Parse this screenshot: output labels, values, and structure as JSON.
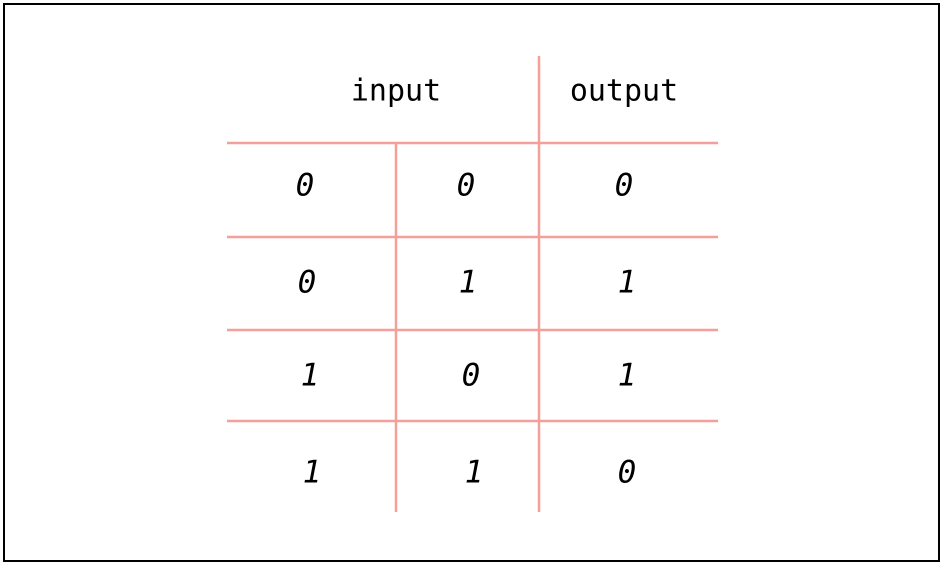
{
  "table": {
    "header_input": "input",
    "header_output": "output",
    "rows": [
      [
        "0",
        "0",
        "0"
      ],
      [
        "0",
        "1",
        "1"
      ],
      [
        "1",
        "0",
        "1"
      ],
      [
        "1",
        "1",
        "0"
      ]
    ]
  },
  "colors": {
    "rule": "#f4a09a",
    "text": "#000000",
    "border": "#000000"
  }
}
